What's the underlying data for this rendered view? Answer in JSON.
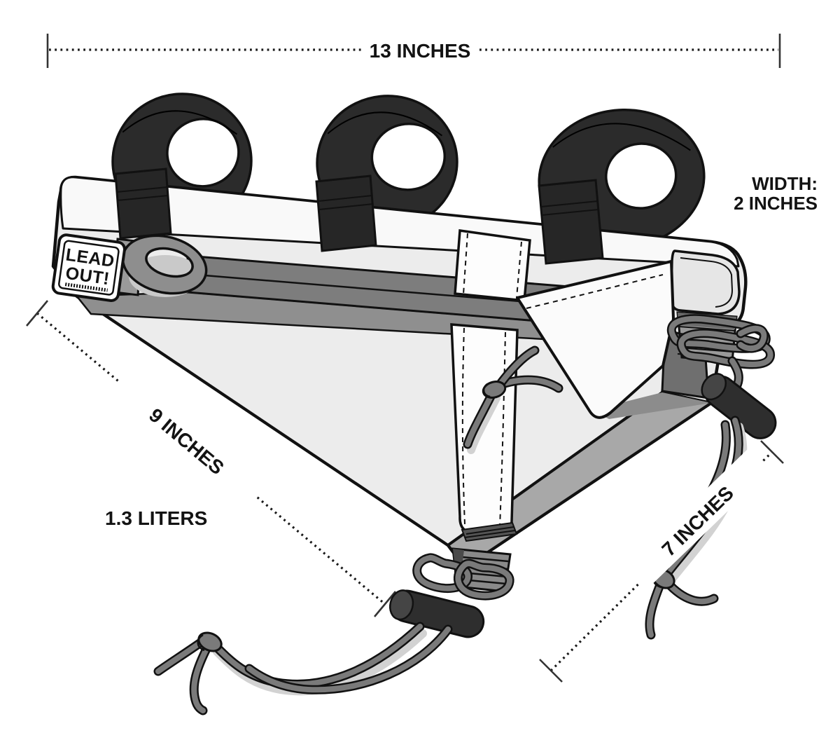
{
  "figure": {
    "type": "product-dimension-diagram",
    "subject": "bicycle frame bag line illustration"
  },
  "logo": {
    "line1": "LEAD",
    "line2": "OUT!"
  },
  "annotations": {
    "length": {
      "label": "13 INCHES"
    },
    "width": {
      "line1": "WIDTH:",
      "line2": "2 INCHES"
    },
    "hypotenuse": {
      "label": "9 INCHES"
    },
    "volume": {
      "label": "1.3 LITERS"
    },
    "rear": {
      "label": "7 INCHES"
    }
  },
  "illustration": {
    "strap_count": "3",
    "parts": [
      "velcro-strap",
      "zipper",
      "zipper-pull",
      "brand-patch",
      "seat-tube-strap",
      "rear-flap",
      "ladder-buckle",
      "cord-lock-toggle",
      "drawstring-cord"
    ]
  },
  "colors": {
    "background": "#ffffff",
    "outline": "#111111",
    "bag_front": "#ececec",
    "bag_top": "#f9f9f9",
    "zipper": "#7d7d7d",
    "under_band": "#8f8f8f",
    "underside": "#a8a8a8",
    "strap": "#2b2b2b",
    "cord": "#7a7a7a",
    "white_strap": "#fdfdfd"
  }
}
